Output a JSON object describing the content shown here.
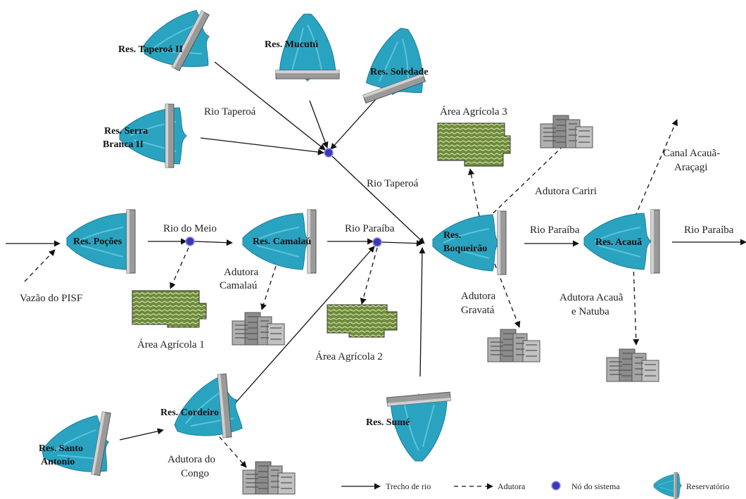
{
  "reservoirs": {
    "taperoa": "Res. Taperoá II",
    "mucutu": "Res. Mucutú",
    "soledade": "Res. Soledade",
    "serra1": "Res. Serra",
    "serra2": "Branca II",
    "pocoes": "Res. Poções",
    "camalau": "Res. Camalaú",
    "boq1": "Res.",
    "boq2": "Boqueirão",
    "acaua": "Res. Acauã",
    "cordeiro": "Res. Cordeiro",
    "santo1": "Res. Santo",
    "santo2": "Antonio",
    "sume": "Res. Sumé"
  },
  "labels": {
    "rio_taperoa_1": "Rio Taperoá",
    "rio_taperoa_2": "Rio Taperoá",
    "rio_do_meio": "Rio do Meio",
    "rio_paraiba_1": "Rio Paraíba",
    "rio_paraiba_2": "Rio Paraíba",
    "rio_paraiba_3": "Rio Paraíba",
    "area3": "Área Agrícola 3",
    "area1": "Área Agrícola 1",
    "area2": "Área Agrícola 2",
    "adutora_cariri": "Adutora Cariri",
    "canal1": "Canal Acauã-",
    "canal2": "Araçagi",
    "vazao": "Vazão do PISF",
    "adutora_camalau1": "Adutora",
    "adutora_camalau2": "Camalaú",
    "adutora_gravata1": "Adutora",
    "adutora_gravata2": "Gravatá",
    "adutora_acaua1": "Adutora Acauã",
    "adutora_acaua2": "e Natuba",
    "adutora_congo1": "Adutora do",
    "adutora_congo2": "Congo"
  },
  "legend": {
    "trecho": "Trecho de rio",
    "adutora": "Adutora",
    "no": "Nó do sistema",
    "reservatorio": "Reservatório"
  },
  "colors": {
    "water": "#2aa3c0",
    "water_dark": "#1a7f9a",
    "dam": "#8a8a8a",
    "node": "#3a3ab8",
    "field": "#5c7a36",
    "field_light": "#c9d89a",
    "building": "#9a9a9a"
  }
}
